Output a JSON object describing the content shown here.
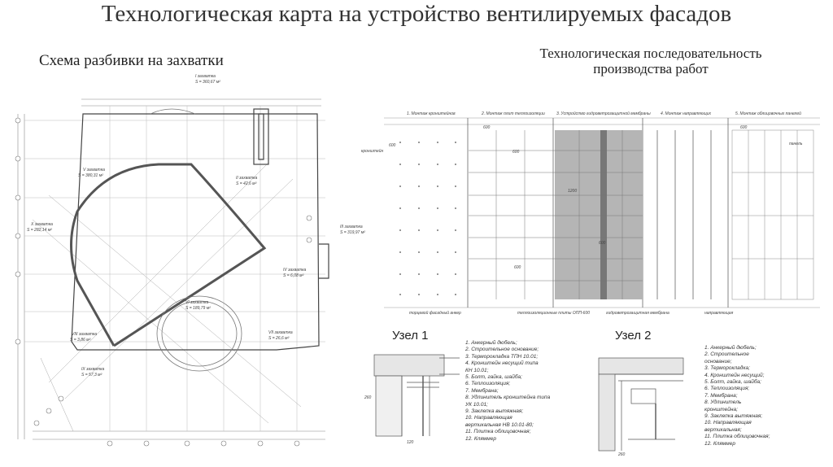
{
  "title": "Технологическая карта на устройство вентилируемых фасадов",
  "left_heading": "Схема разбивки на захватки",
  "right_heading": "Технологическая последовательность производства работ",
  "plan": {
    "top_label_1": "I захватка",
    "top_label_2": "S = 360,67 м²",
    "zones": [
      {
        "name": "V захватка",
        "area": "S = 380,31 м²"
      },
      {
        "name": "II захватка",
        "area": "S = 42,6 м²"
      },
      {
        "name": "X захватка",
        "area": "S = 282,14 м²"
      },
      {
        "name": "III захватка",
        "area": "S = 319,97 м²"
      },
      {
        "name": "IV захватка",
        "area": "S = 6,08 м²"
      },
      {
        "name": "VI захватка",
        "area": "S = 189,79 м²"
      },
      {
        "name": "VII захватка",
        "area": "S = 26,6 м²"
      },
      {
        "name": "VIII захватка",
        "area": "S = 3,86 м²"
      },
      {
        "name": "IX захватка",
        "area": "S = 57,3 м²"
      }
    ]
  },
  "sequence": {
    "stages": [
      "1. Монтаж кронштейнов",
      "2. Монтаж плит теплоизоляции",
      "3. Устройство гидроветрозащитной мембраны",
      "4. Монтаж направляющих",
      "5. Монтаж облицовочных панелей"
    ],
    "callouts": {
      "bracket": "кронштейн",
      "panel": "панель",
      "wall": "торцевой фасадный анкер",
      "insulation": "теплоизоляционные плиты ОПП-600",
      "membrane": "гидроветрозащитная мембрана",
      "guide": "направляющая"
    },
    "dims": [
      "600",
      "600",
      "600",
      "600",
      "1200",
      "600",
      "600"
    ]
  },
  "uzel1": {
    "title": "Узел 1",
    "legend": [
      "1. Анкерный дюбель;",
      "2. Строительное основание;",
      "3. Терморокладка ТПН 10.01;",
      "4. Кронштейн несущий типа",
      "КН 10.01;",
      "5. Болт, гайка, шайба;",
      "6. Теплоизоляция;",
      "7. Мембрана;",
      "8. Удлинитель кронштейна типа",
      "УК 10.01;",
      "9. Заклепка вытяжная;",
      "10. Направляющая",
      "вертикальная НВ 10.01-80;",
      "11. Плитка облицовочная;",
      "12. Кляммер"
    ],
    "dims": [
      "260",
      "120"
    ]
  },
  "uzel2": {
    "title": "Узел 2",
    "legend": [
      "1. Анкерный дюбель;",
      "2. Строительное",
      "основание;",
      "3. Терморокладка;",
      "4. Кронштейн несущий;",
      "5. Болт, гайка, шайба;",
      "6. Теплоизоляция;",
      "7. Мембрана;",
      "8. Удлинитель",
      "кронштейна;",
      "9. Заклепка вытяжная;",
      "10. Направляющая",
      "вертикальная;",
      "11. Плитка облицовочная;",
      "12. Кляммер"
    ],
    "dims": [
      "260"
    ]
  }
}
